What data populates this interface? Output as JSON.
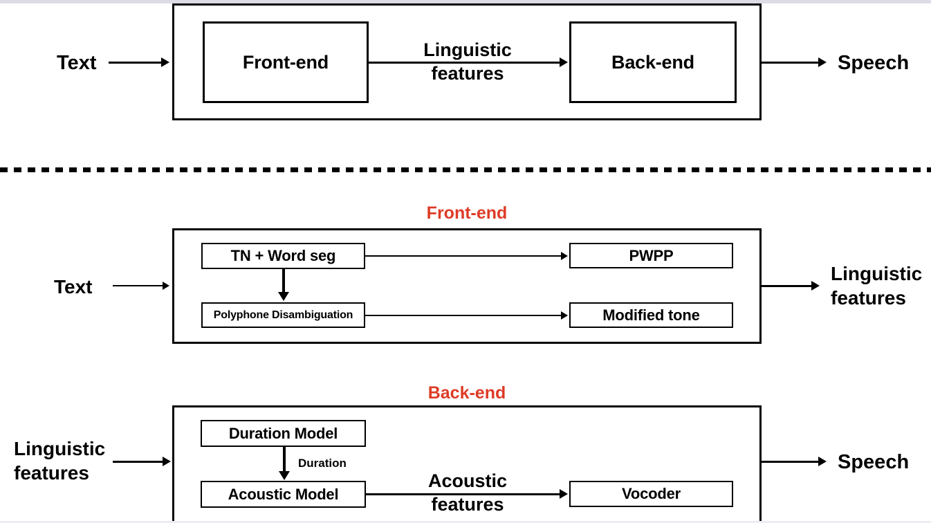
{
  "diagram": {
    "title": "TTS pipeline block diagram",
    "accent_red": "#de3b26",
    "line_color": "#000000",
    "background": "#ffffff"
  },
  "overview": {
    "input_label": "Text",
    "output_label": "Speech",
    "blocks": [
      {
        "label": "Front-end"
      },
      {
        "label": "Back-end"
      }
    ],
    "edge_label_line1": "Linguistic",
    "edge_label_line2": "features"
  },
  "frontend": {
    "section_title": "Front-end",
    "input_label": "Text",
    "output_label_line1": "Linguistic",
    "output_label_line2": "features",
    "blocks": [
      {
        "label": "TN + Word seg"
      },
      {
        "label": "PWPP"
      },
      {
        "label": "Polyphone  Disambiguation"
      },
      {
        "label": "Modified tone"
      }
    ]
  },
  "backend": {
    "section_title": "Back-end",
    "input_label_line1": "Linguistic",
    "input_label_line2": "features",
    "output_label": "Speech",
    "blocks": [
      {
        "label": "Duration Model"
      },
      {
        "label": "Acoustic Model"
      },
      {
        "label": "Vocoder"
      }
    ],
    "edge_duration_label": "Duration",
    "edge_acoustic_line1": "Acoustic",
    "edge_acoustic_line2": "features"
  }
}
